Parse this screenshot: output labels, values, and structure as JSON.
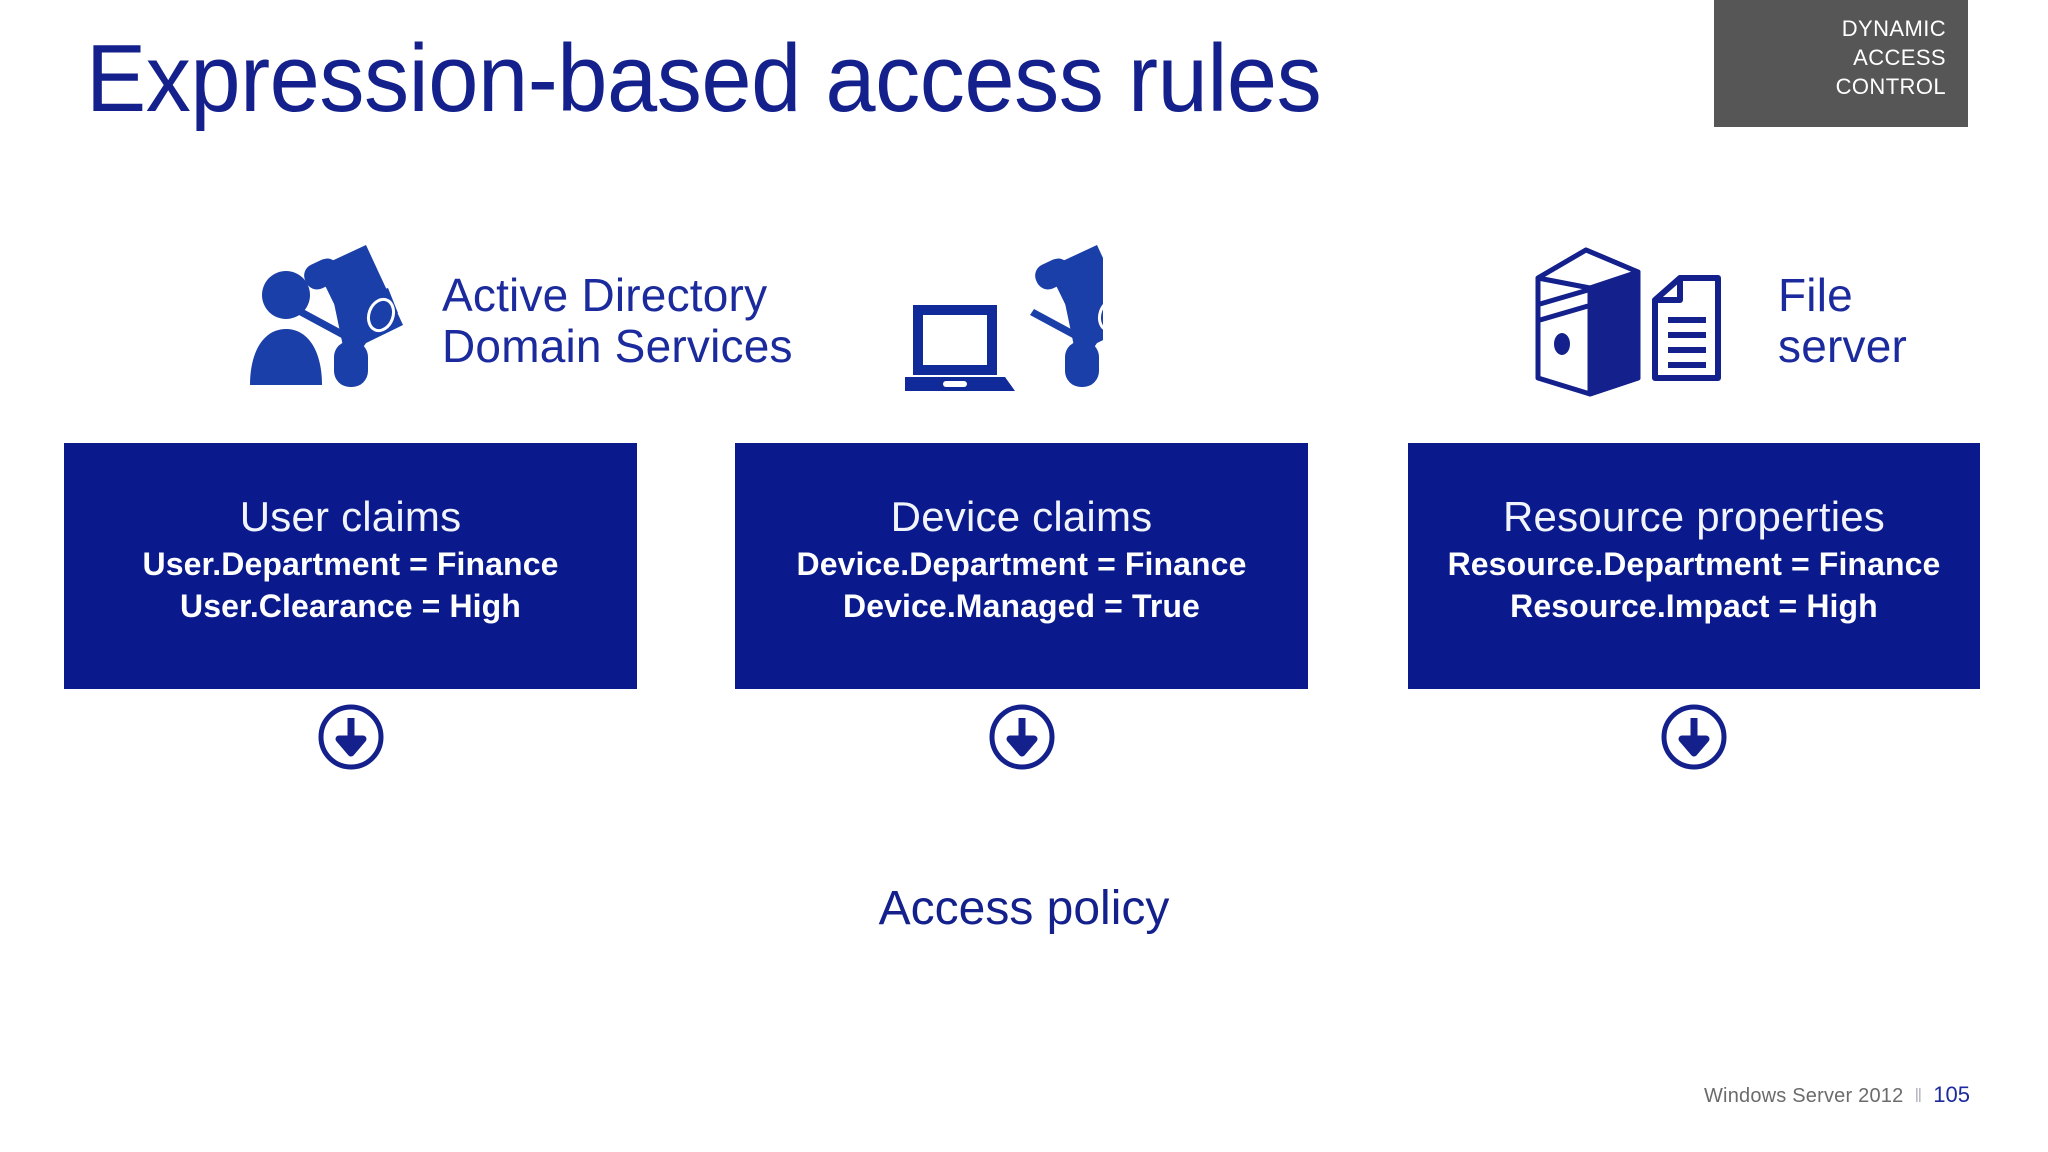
{
  "slide": {
    "title": "Expression-based access rules",
    "access_policy_label": "Access policy",
    "accent_blue": "#14218c",
    "box_blue": "#0a1a8c",
    "icon_blue": "#1a3fa8",
    "badge_gray": "#565656"
  },
  "badge": {
    "line1": "DYNAMIC",
    "line2": "ACCESS",
    "line3": "CONTROL"
  },
  "sources": [
    {
      "icon": "active-directory-icon",
      "label_line1": "Active Directory",
      "label_line2": "Domain Services"
    },
    {
      "icon": "device-laptop-icon",
      "label_line1": "",
      "label_line2": ""
    },
    {
      "icon": "file-server-icon",
      "label_line1": "File",
      "label_line2": "server"
    }
  ],
  "columns": [
    {
      "title": "User claims",
      "lines": [
        "User.Department = Finance",
        "User.Clearance = High"
      ],
      "arrow": "arrow-down-circle-icon"
    },
    {
      "title": "Device claims",
      "lines": [
        "Device.Department = Finance",
        "Device.Managed = True"
      ],
      "arrow": "arrow-down-circle-icon"
    },
    {
      "title": "Resource properties",
      "lines": [
        "Resource.Department = Finance",
        "Resource.Impact = High"
      ],
      "arrow": "arrow-down-circle-icon"
    }
  ],
  "footer": {
    "brand": "Windows Server 2012",
    "separator": "‖",
    "page": "105"
  }
}
